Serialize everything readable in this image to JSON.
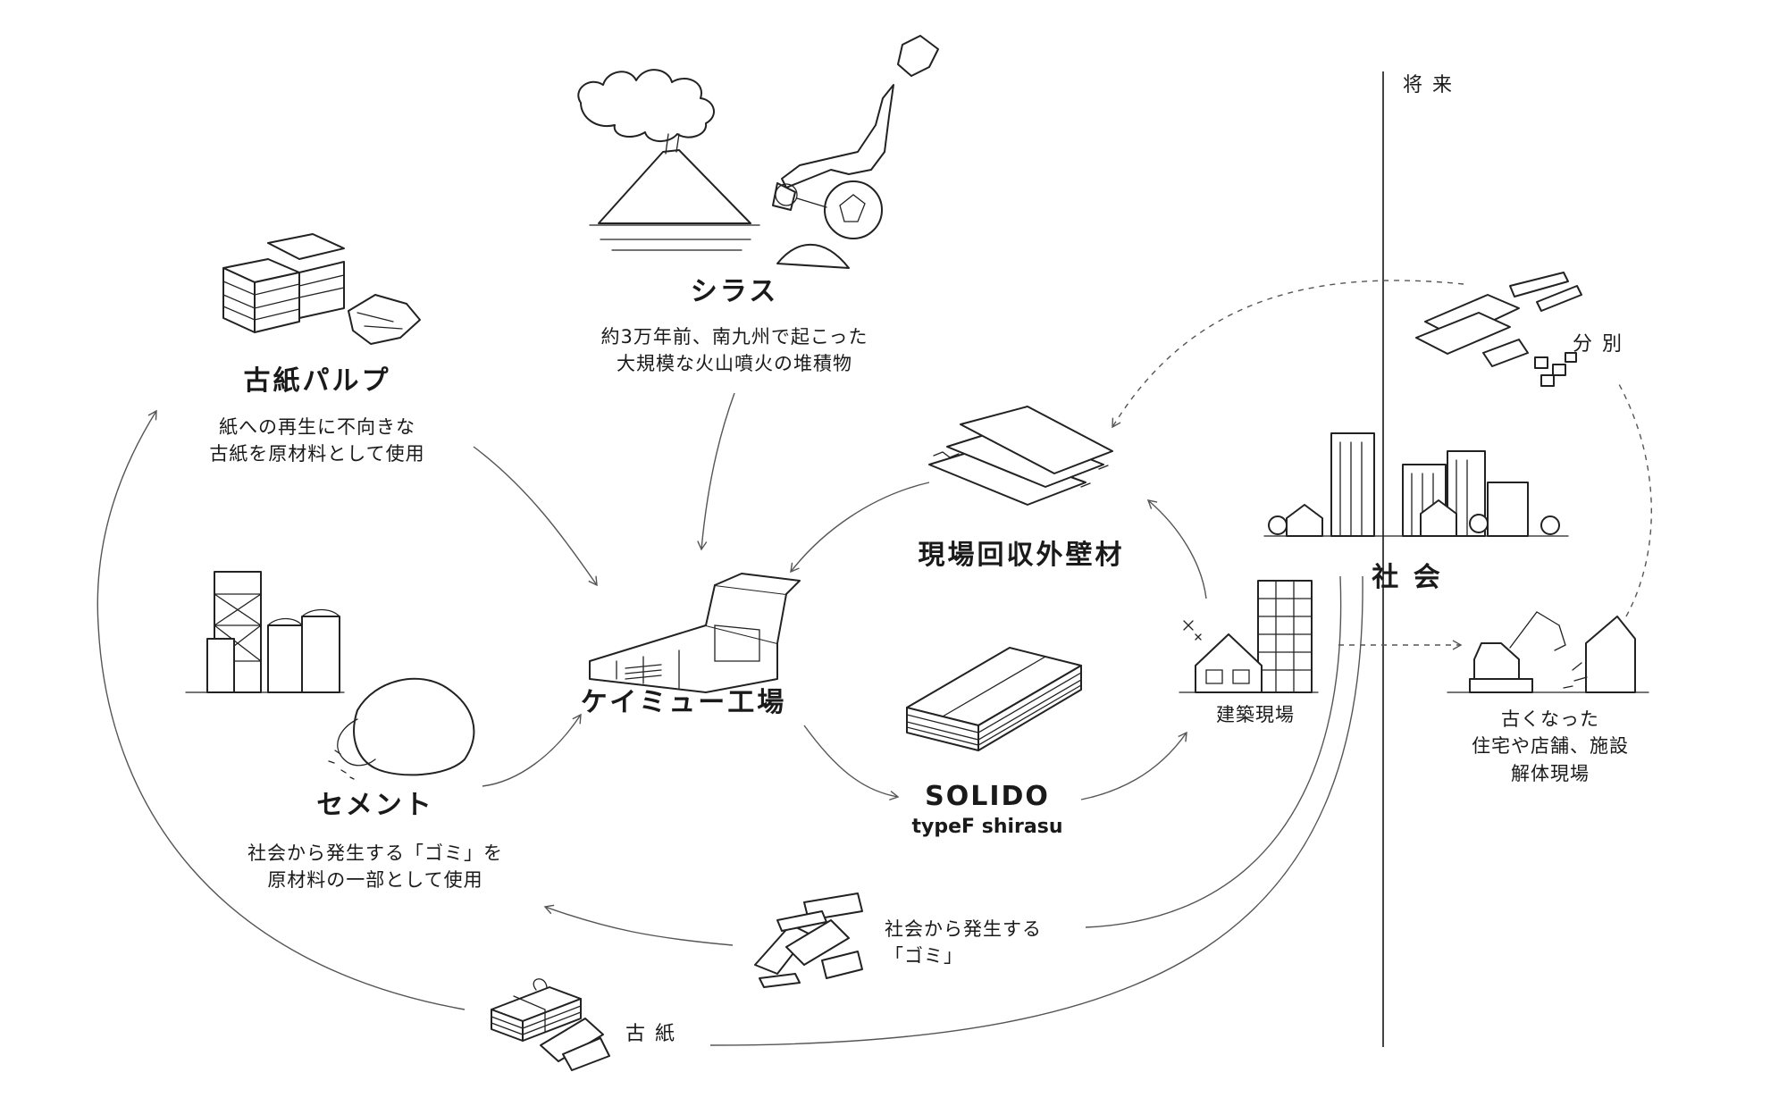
{
  "nodes": {
    "shirasu": {
      "title": "シラス",
      "desc": [
        "約3万年前、南九州で起こった",
        "大規模な火山噴火の堆積物"
      ]
    },
    "kosi_pulp": {
      "title": "古紙パルプ",
      "desc": [
        "紙への再生に不向きな",
        "古紙を原材料として使用"
      ]
    },
    "cement": {
      "title": "セメント",
      "desc": [
        "社会から発生する「ゴミ」を",
        "原材料の一部として使用"
      ]
    },
    "factory": {
      "title": "ケイミュー工場"
    },
    "recovered": {
      "title": "現場回収外壁材"
    },
    "solido": {
      "title": "SOLIDO",
      "subtitle": "typeF shirasu"
    },
    "construction": {
      "title": "建築現場"
    },
    "society": {
      "title": "社 会"
    },
    "separation": {
      "title": "分 別"
    },
    "demolition": {
      "lines": [
        "古くなった",
        "住宅や店舗、施設",
        "解体現場"
      ]
    },
    "trash": {
      "lines": [
        "社会から発生する",
        "「ゴミ」"
      ]
    },
    "old_paper": {
      "title": "古 紙"
    }
  },
  "future_label": "将 来"
}
